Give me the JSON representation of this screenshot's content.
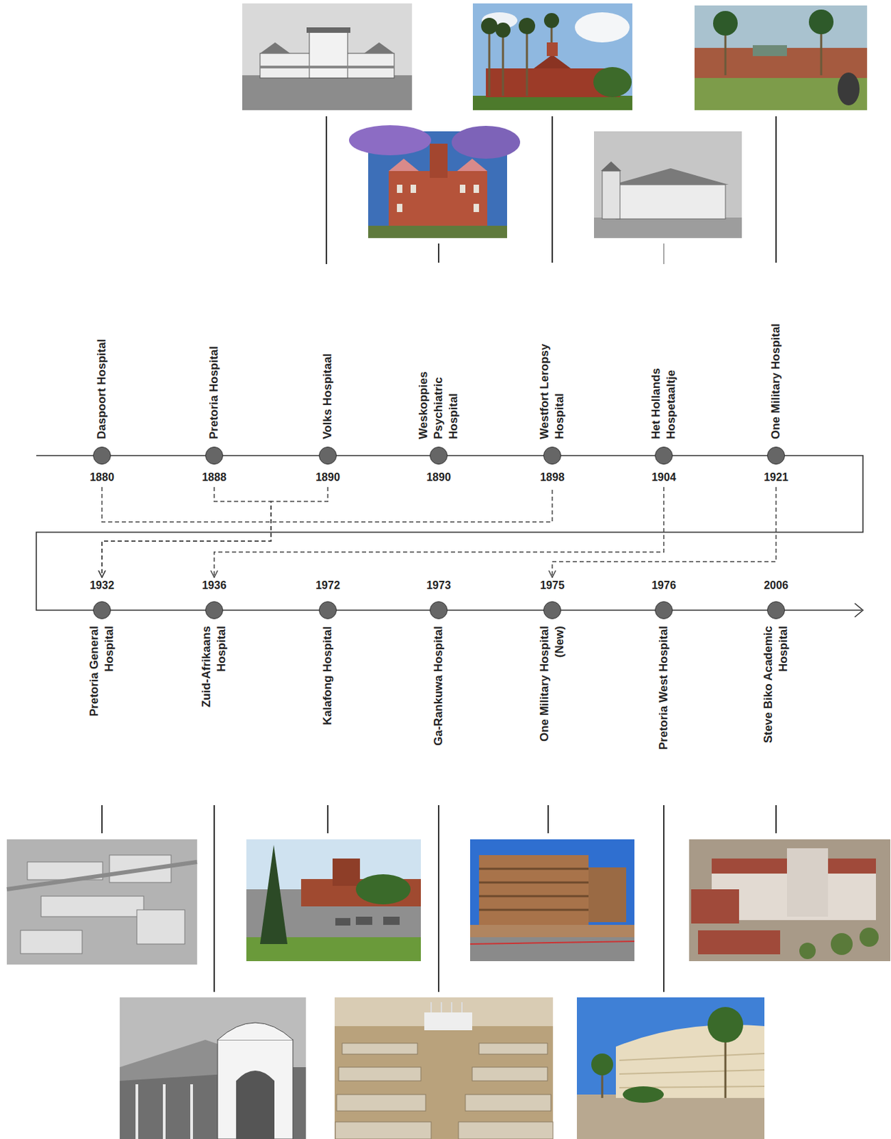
{
  "diagram": {
    "nodes": [
      {
        "text": [
          "Daspoort Hospital",
          "1880"
        ]
      },
      {
        "text": [
          "Pretoria Hospital",
          "1888"
        ]
      },
      {
        "text": [
          "Volks Hospitaal",
          "1890"
        ]
      },
      {
        "text": [
          "Weskoppies Psychiatric Hospital",
          "1890"
        ]
      },
      {
        "text": [
          "Westfort Leropsy Hospital",
          "1898"
        ]
      },
      {
        "text": [
          "Het Hollands Hospetaaltje",
          "1904"
        ]
      },
      {
        "text": [
          "One Military Hospital",
          "1921"
        ]
      },
      {
        "text": [
          "Pretoria General Hospital",
          "1932"
        ]
      },
      {
        "text": [
          "Zuid-Afrikaans Hospital",
          "1936"
        ]
      },
      {
        "text": [
          "Kalafong Hospital",
          "1972"
        ]
      },
      {
        "text": [
          "Ga-Rankuwa Hospital",
          "1973"
        ]
      },
      {
        "text": [
          "One Military Hospital (New)",
          "1975"
        ]
      },
      {
        "text": [
          "Pretoria West Hospital",
          "1976"
        ]
      },
      {
        "text": [
          "Steve Biko Academic Hospital",
          "2006"
        ]
      }
    ],
    "edges": [
      {
        "from": 0,
        "to": 4,
        "arrow": "none"
      },
      {
        "from": 1,
        "to": 7,
        "arrow": "to"
      },
      {
        "from": 2,
        "to": 7,
        "arrow": "to"
      },
      {
        "from": 5,
        "to": 8,
        "arrow": "to"
      },
      {
        "from": 6,
        "to": 11,
        "arrow": "to"
      }
    ]
  }
}
